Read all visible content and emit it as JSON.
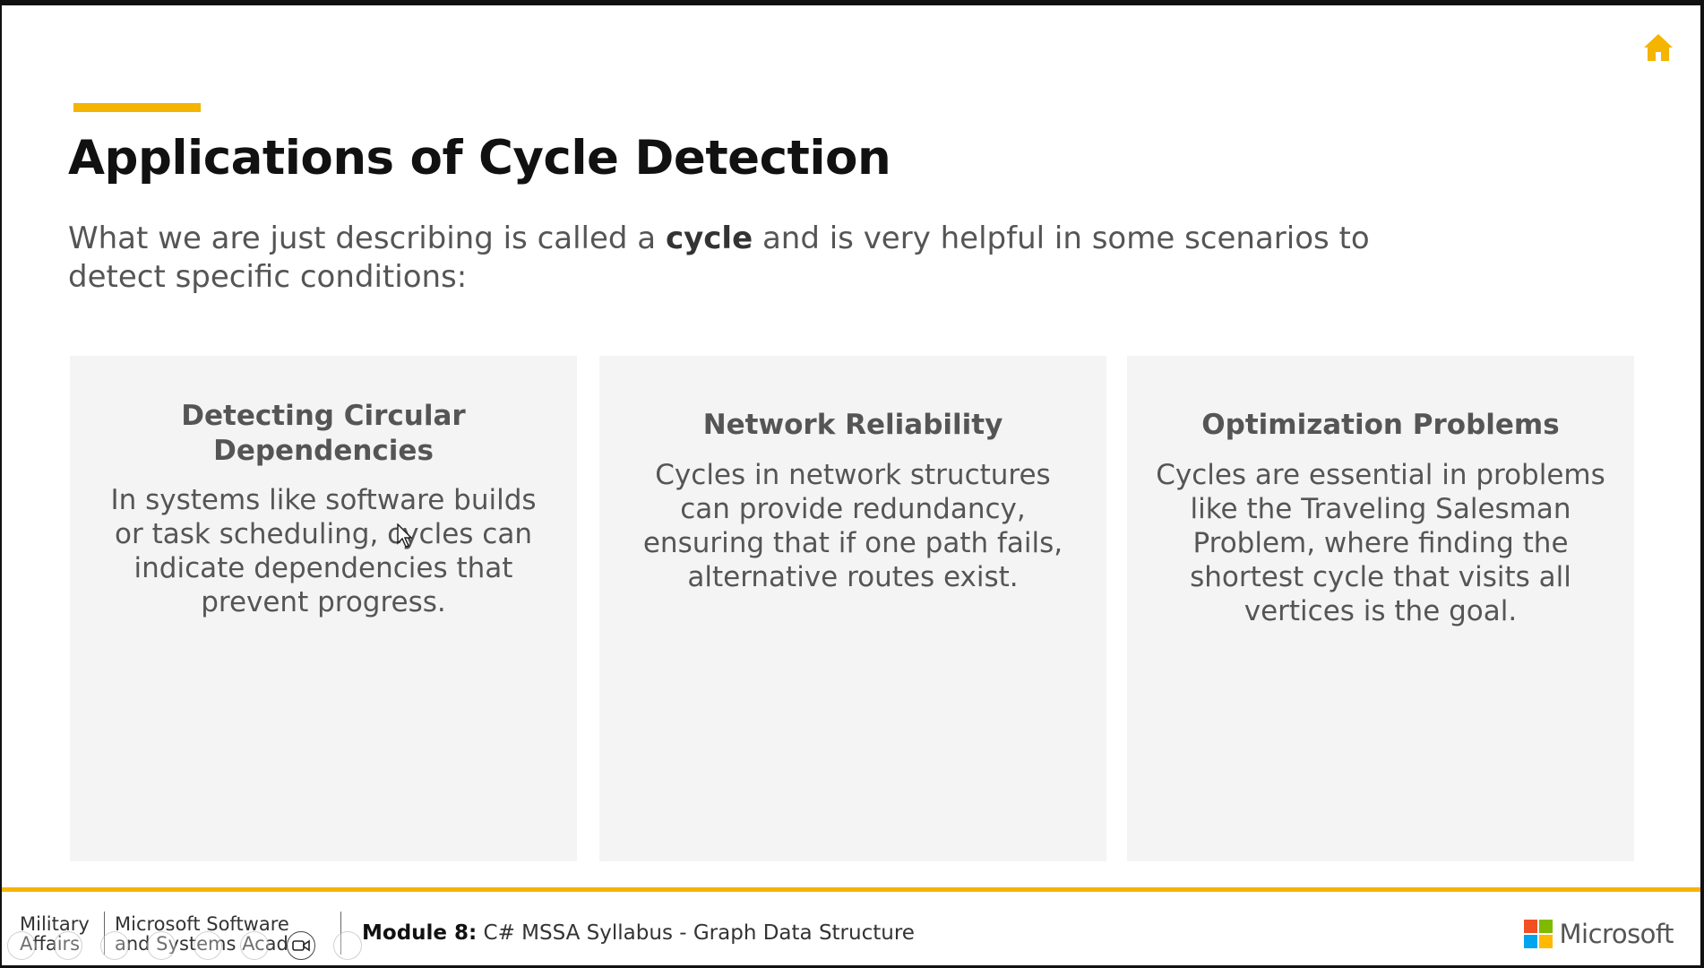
{
  "slide": {
    "title": "Applications of Cycle Detection",
    "intro": {
      "before": "What we are just describing is called a ",
      "bold": "cycle",
      "after": " and is very helpful in some scenarios to detect specific conditions:"
    },
    "cards": [
      {
        "heading": "Detecting Circular Dependencies",
        "body": "In systems like software builds or task scheduling, cycles can indicate dependencies that prevent progress."
      },
      {
        "heading": "Network Reliability",
        "body": "Cycles in network structures can provide redundancy, ensuring that if one path fails, alternative routes exist."
      },
      {
        "heading": "Optimization Problems",
        "body": "Cycles are essential in problems like the Traveling Salesman Problem, where finding the shortest cycle that visits all vertices is the goal."
      }
    ]
  },
  "footer": {
    "org_left": [
      "Military",
      "Affairs"
    ],
    "org_right": [
      "Microsoft Software",
      "and Systems Acade"
    ],
    "module_label": "Module 8:",
    "module_title": " C# MSSA Syllabus - Graph Data Structure",
    "brand": "Microsoft"
  },
  "icons": {
    "home": "home-icon",
    "camera": "video-camera-icon"
  },
  "colors": {
    "accent": "#f4b400",
    "ms_red": "#f25022",
    "ms_green": "#7fba00",
    "ms_blue": "#00a4ef",
    "ms_yellow": "#ffb900"
  }
}
